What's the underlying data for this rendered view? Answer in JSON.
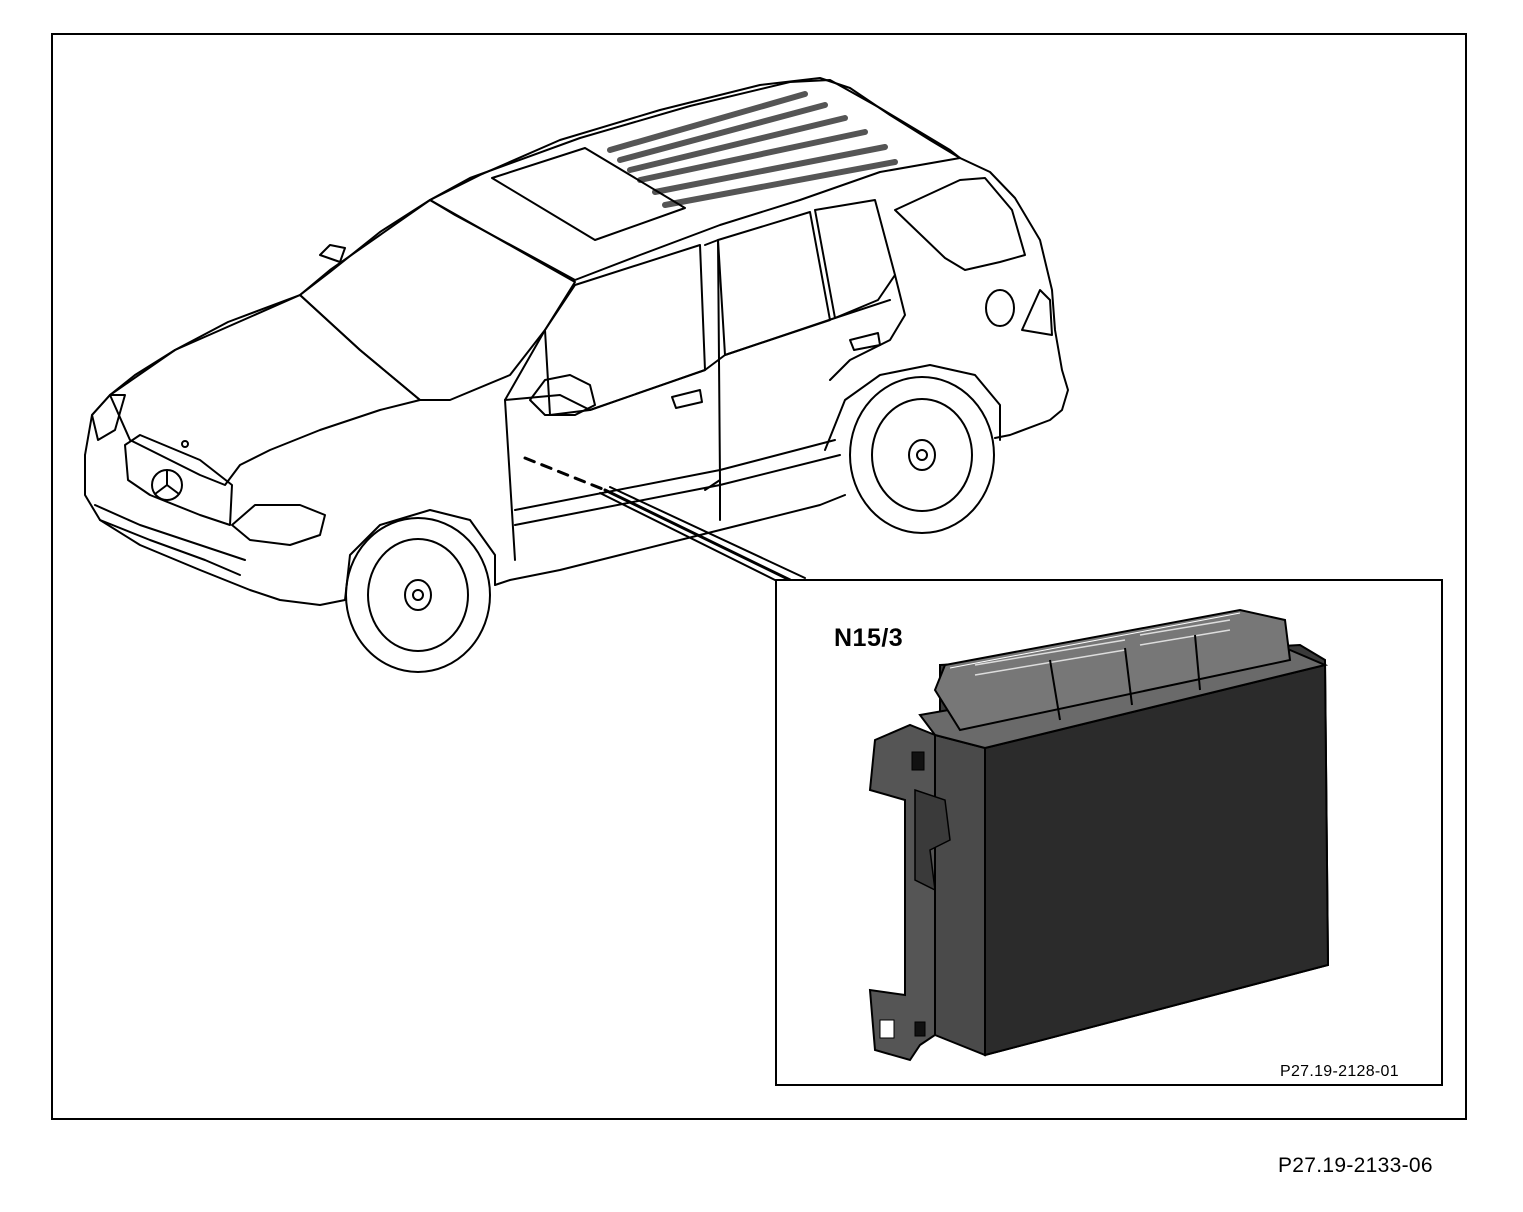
{
  "diagram": {
    "module_label": "N15/3",
    "inset_reference": "P27.19-2128-01",
    "figure_reference": "P27.19-2133-06"
  },
  "colors": {
    "line": "#000000",
    "module_face": "#2b2b2b",
    "module_side": "#4a4a4a",
    "background": "#ffffff"
  }
}
